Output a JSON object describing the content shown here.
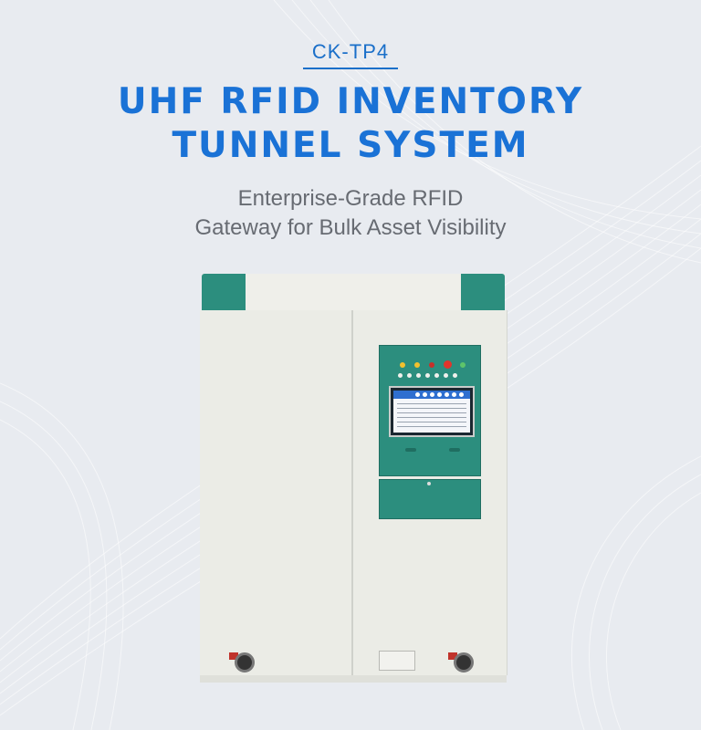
{
  "header": {
    "model": "CK-TP4",
    "title_lines": [
      "UHF RFID INVENTORY",
      "TUNNEL SYSTEM"
    ],
    "subtitle_lines": [
      "Enterprise-Grade RFID",
      "Gateway for Bulk Asset Visibility"
    ]
  },
  "colors": {
    "accent": "#1a72d6",
    "subtitle": "#676b72",
    "cabinet_green": "#2c8e7e",
    "cabinet_body": "#ebece6",
    "background": "#e8ebf0"
  },
  "product": {
    "image_name": "rfid-tunnel-cabinet"
  }
}
